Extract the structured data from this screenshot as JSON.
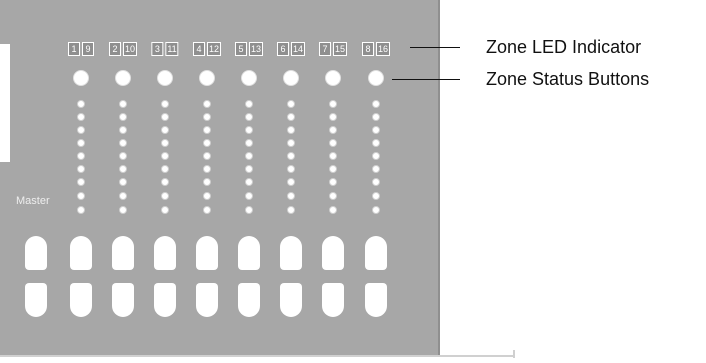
{
  "master_label": "Master",
  "zones": [
    {
      "low": "1",
      "high": "9"
    },
    {
      "low": "2",
      "high": "10"
    },
    {
      "low": "3",
      "high": "11"
    },
    {
      "low": "4",
      "high": "12"
    },
    {
      "low": "5",
      "high": "13"
    },
    {
      "low": "6",
      "high": "14"
    },
    {
      "low": "7",
      "high": "15"
    },
    {
      "low": "8",
      "high": "16"
    }
  ],
  "callouts": {
    "zone_led_indicator": "Zone LED Indicator",
    "zone_status_buttons": "Zone Status Buttons"
  }
}
